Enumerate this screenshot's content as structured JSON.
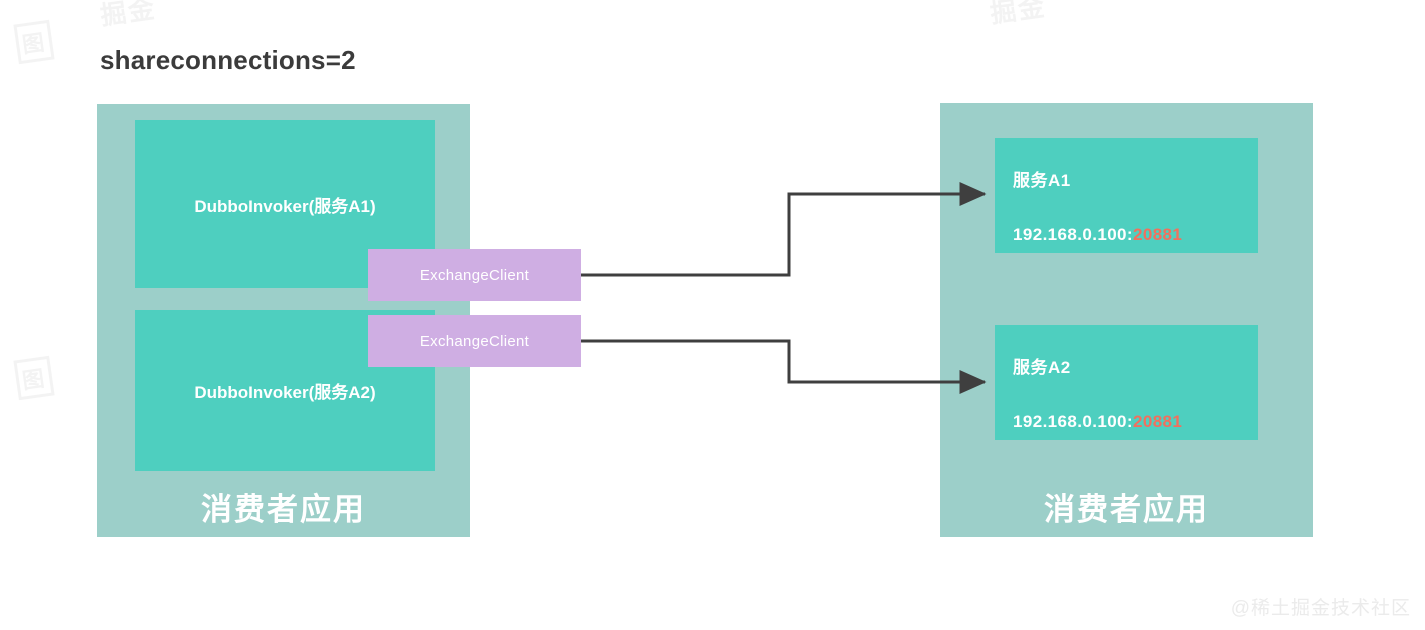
{
  "title": "shareconnections=2",
  "colors": {
    "container_bg": "#9ccfc9",
    "box_teal": "#4ecfbf",
    "box_purple": "#cfaee3",
    "port_red": "#f1705e",
    "connector": "#3f3f3f",
    "text_white": "#ffffff",
    "title_text": "#3b3b3b"
  },
  "consumer": {
    "app_label": "消费者应用",
    "invokers": [
      {
        "label": "DubboInvoker(服务A1)"
      },
      {
        "label": "DubboInvoker(服务A2)"
      }
    ],
    "exchange_clients": [
      {
        "label": "ExchangeClient"
      },
      {
        "label": "ExchangeClient"
      }
    ]
  },
  "provider": {
    "app_label": "消费者应用",
    "services": [
      {
        "name": "服务A1",
        "host": "192.168.0.100:",
        "port": "20881"
      },
      {
        "name": "服务A2",
        "host": "192.168.0.100:",
        "port": "20881"
      }
    ]
  },
  "connections": [
    {
      "from": "exchange-client-1",
      "to": "service-1"
    },
    {
      "from": "exchange-client-2",
      "to": "service-2"
    }
  ],
  "watermarks": {
    "corner": "@稀土掘金技术社区",
    "background": [
      "掘金",
      "图",
      "掘金",
      "图"
    ]
  }
}
